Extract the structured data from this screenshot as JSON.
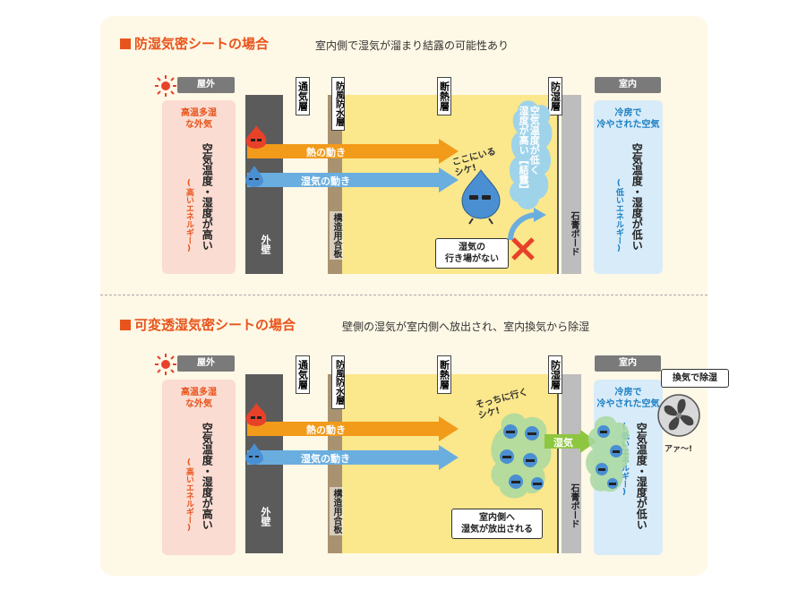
{
  "sections": [
    {
      "title": "防湿気密シートの場合",
      "subtitle": "室内側で湿気が溜まり結露の可能性あり",
      "outside_tag": "屋外",
      "inside_tag": "室内",
      "outside_head": "高温多湿\nな外気",
      "outside_main": "空気温度・湿度が高い",
      "outside_sub": "(高いエネルギー)",
      "inside_head": "冷房で\n冷やされた空気",
      "inside_main": "空気温度・湿度が低い",
      "inside_sub": "(低いエネルギー)",
      "vent_label": "通気層",
      "windproof_label": "防風防水層",
      "insulation_label": "断熱層",
      "moisture_barrier_label": "防湿層",
      "outer_wall_label": "外壁",
      "structural_label": "構造用合板",
      "gypsum_label": "石膏ボード",
      "heat_arrow_label": "熱の動き",
      "moisture_arrow_label": "湿気の動き",
      "speech": "ここにいる\nシケ!",
      "cloud_text": "空気温度が低く\n湿度が高い【結露】",
      "callout": "湿気の\n行き場がない"
    },
    {
      "title": "可変透湿気密シートの場合",
      "subtitle": "壁側の湿気が室内側へ放出され、室内換気から除湿",
      "outside_tag": "屋外",
      "inside_tag": "室内",
      "outside_head": "高温多湿\nな外気",
      "outside_main": "空気温度・湿度が高い",
      "outside_sub": "(高いエネルギー)",
      "inside_head": "冷房で\n冷やされた空気",
      "inside_main": "空気温度・湿度が低い",
      "inside_sub": "(低いエネルギー)",
      "vent_label": "通気層",
      "windproof_label": "防風防水層",
      "insulation_label": "断熱層",
      "moisture_barrier_label": "防湿層",
      "outer_wall_label": "外壁",
      "structural_label": "構造用合板",
      "gypsum_label": "石膏ボード",
      "heat_arrow_label": "熱の動き",
      "moisture_arrow_label": "湿気の動き",
      "speech": "そっちに行く\nシケ!",
      "green_arrow_label": "湿気",
      "callout": "室内側へ\n湿気が放出される",
      "fan_label": "換気で除湿",
      "fan_sound": "アァ〜!"
    }
  ],
  "colors": {
    "title": "#e8541c",
    "heat_arrow": "#f29a1a",
    "moisture_arrow": "#6aaee0",
    "green_arrow": "#8dc63f",
    "panel": "#fef8e6",
    "insulation": "#fbe78c",
    "outside_box": "#fadcd2",
    "inside_box": "#d8ebf8",
    "cross": "#e8412a"
  },
  "icons": [
    "sun-icon",
    "fire-character-icon",
    "moisture-drop-icon",
    "cross-mark-icon",
    "ventilation-fan-icon",
    "curved-arrow-icon"
  ]
}
